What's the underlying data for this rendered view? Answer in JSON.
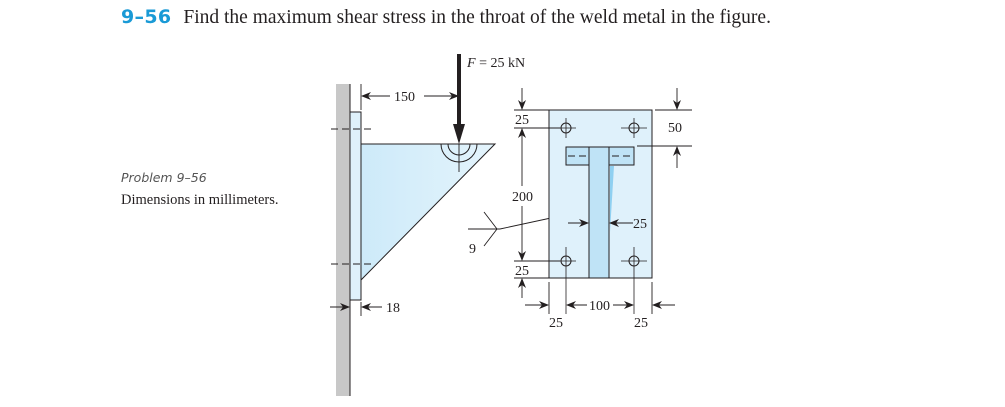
{
  "problem": {
    "number": "9–56",
    "text": "Find the maximum shear stress in the throat of the weld metal in the figure."
  },
  "caption": {
    "title": "Problem 9–56",
    "subtitle": "Dimensions in millimeters."
  },
  "figure": {
    "force_label_var": "F",
    "force_label_value": " = 25 kN",
    "dimensions": {
      "load_offset": "150",
      "plate_thickness": "18",
      "weld_size": "9",
      "top_edge": "25",
      "bolt_span_vertical": "200",
      "bottom_edge": "25",
      "right_top": "50",
      "web_width": "25",
      "left_edge": "25",
      "bolt_span_horizontal": "100",
      "right_edge": "25"
    },
    "colors": {
      "plate_fill": "#dff1fb",
      "bracket_fill": "#c9e8f8",
      "wall_fill": "#c8c8c8",
      "line": "#231f20",
      "accent": "#1a9ad6"
    }
  }
}
